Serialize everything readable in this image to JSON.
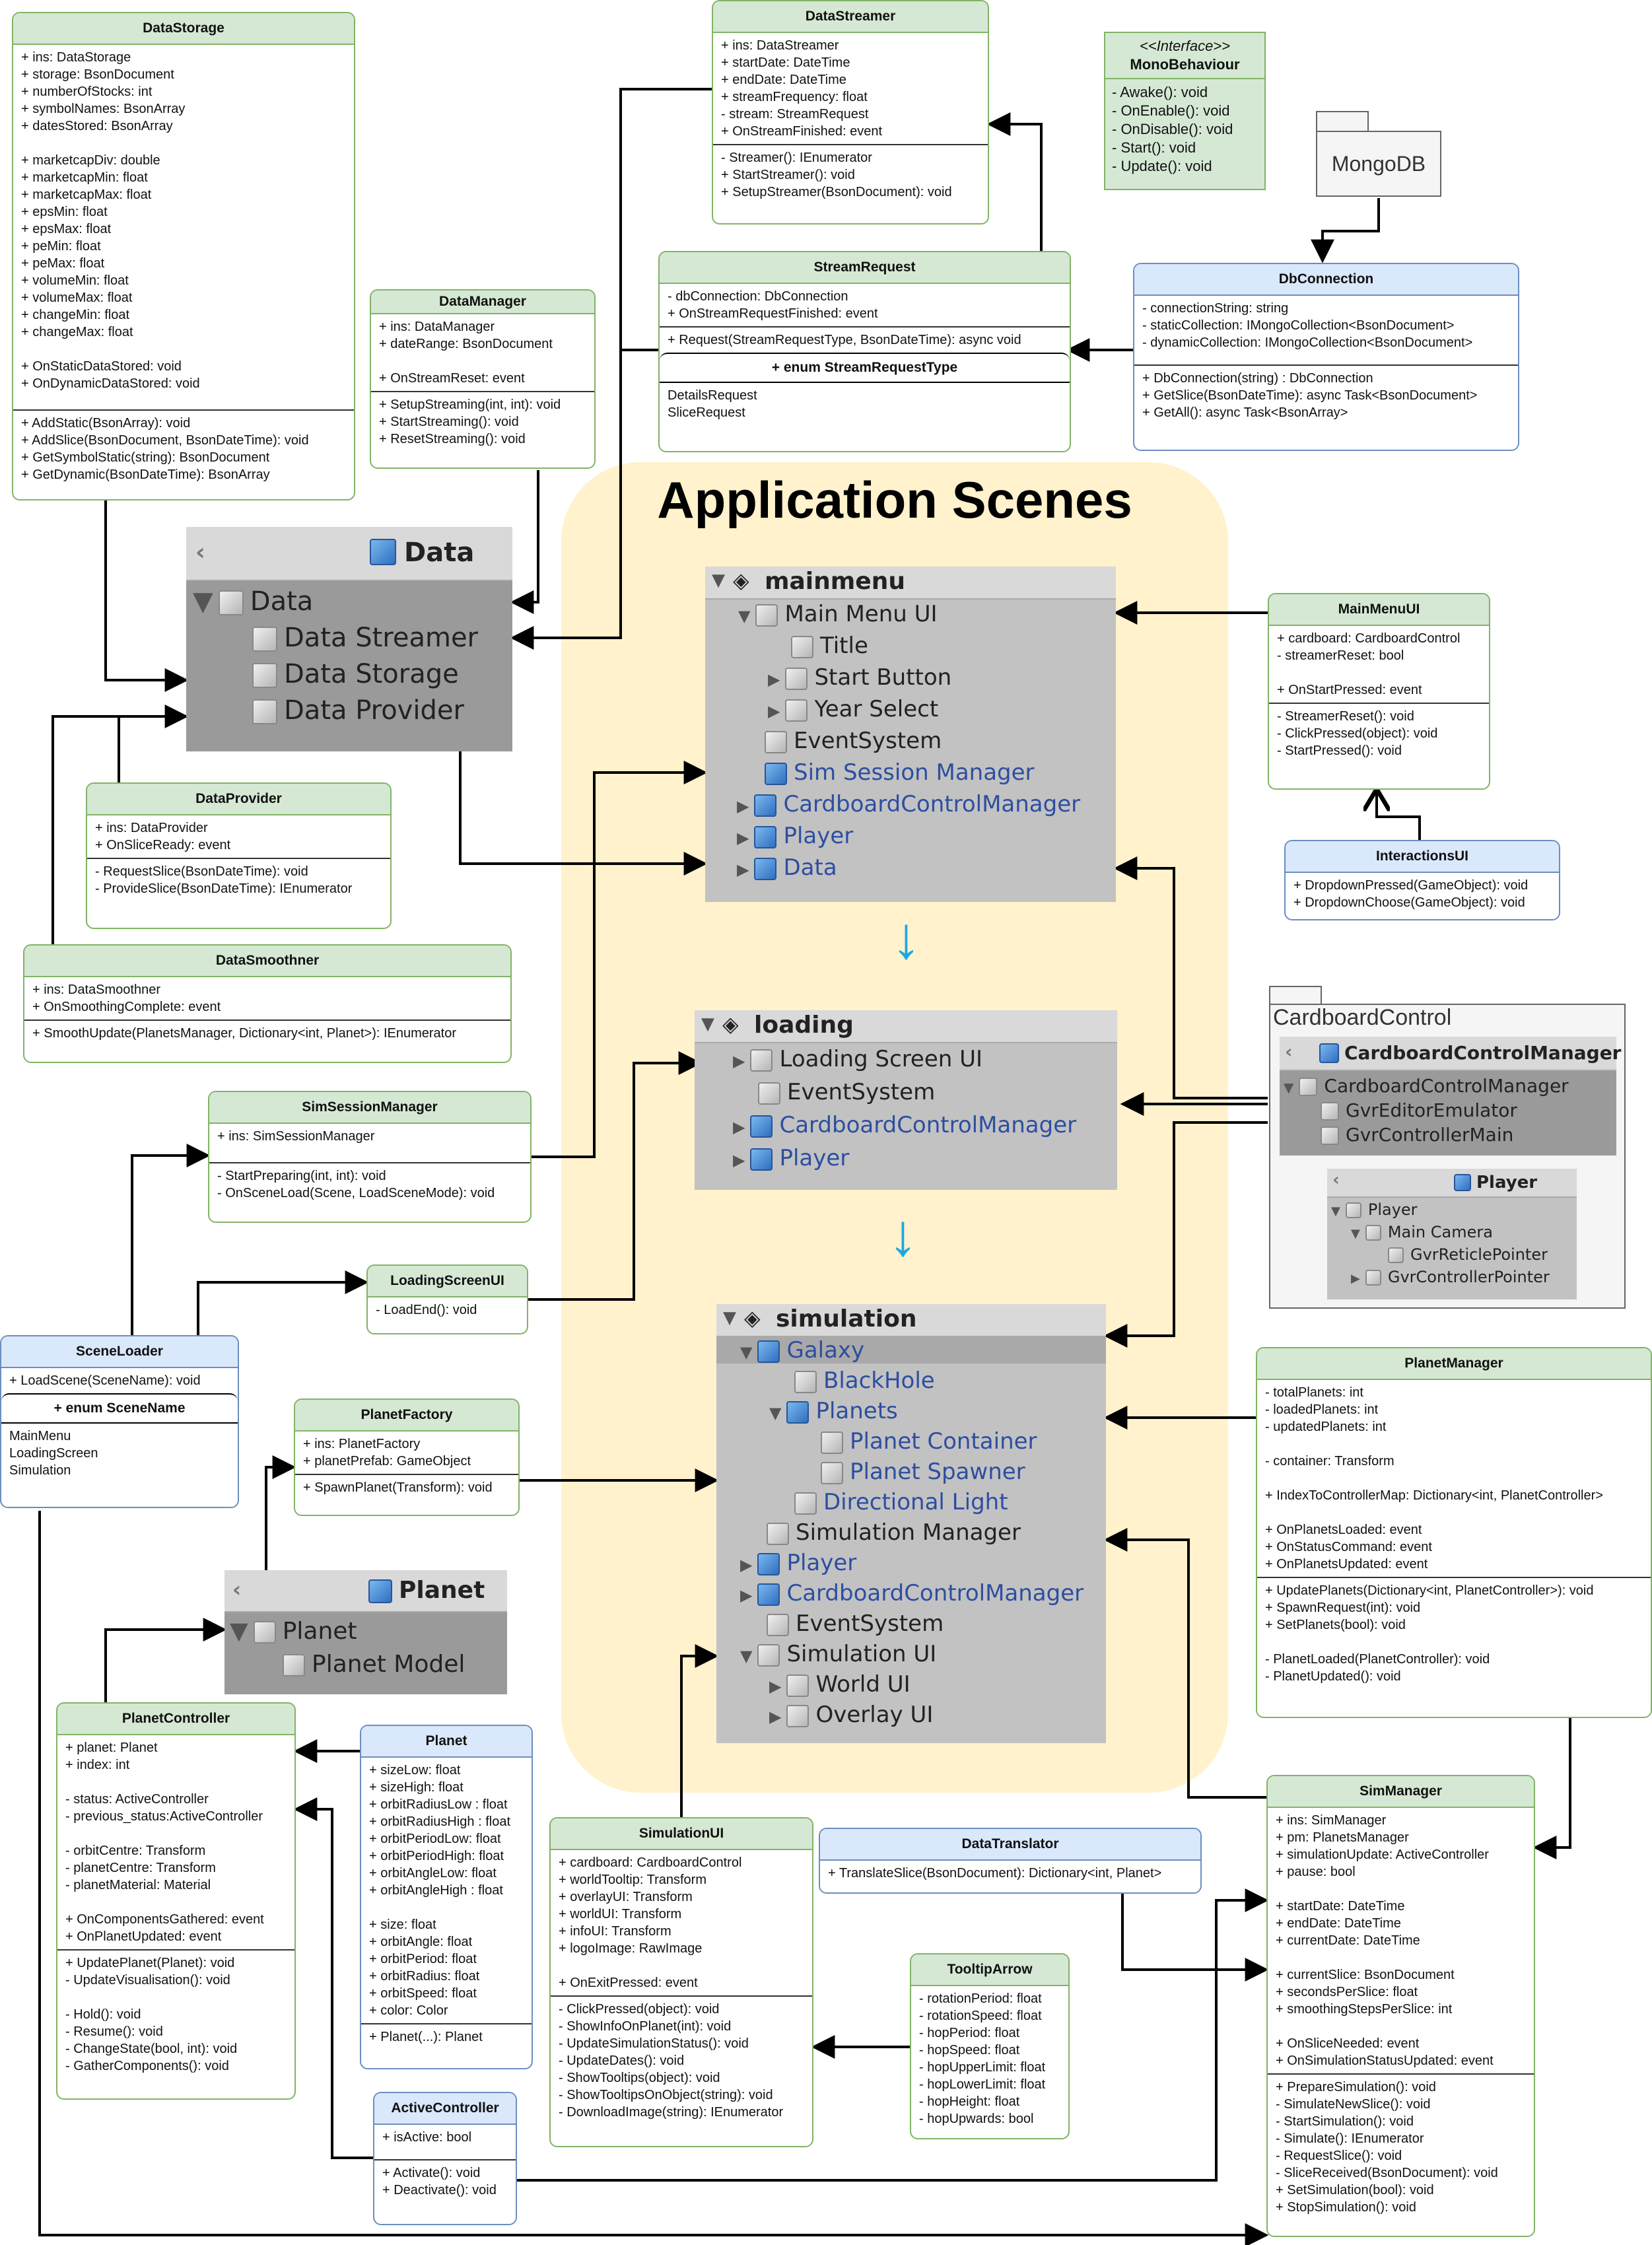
{
  "scenes_title": "Application Scenes",
  "classes": {
    "data_storage": {
      "name": "DataStorage",
      "fields": "+ ins: DataStorage\n+ storage: BsonDocument\n+ numberOfStocks: int\n+ symbolNames: BsonArray\n+ datesStored: BsonArray\n\n+ marketcapDiv: double\n+ marketcapMin: float\n+ marketcapMax: float\n+ epsMin: float\n+ epsMax: float\n+ peMin: float\n+ peMax: float\n+ volumeMin: float\n+ volumeMax: float\n+ changeMin: float\n+ changeMax: float\n\n+ OnStaticDataStored: void\n+ OnDynamicDataStored: void",
      "methods": "+ AddStatic(BsonArray): void\n+ AddSlice(BsonDocument, BsonDateTime): void\n+ GetSymbolStatic(string): BsonDocument\n+ GetDynamic(BsonDateTime): BsonArray"
    },
    "data_streamer": {
      "name": "DataStreamer",
      "fields": "+ ins: DataStreamer\n+ startDate: DateTime\n+ endDate: DateTime\n+ streamFrequency: float\n- stream: StreamRequest\n+ OnStreamFinished: event",
      "methods": "- Streamer(): IEnumerator\n+ StartStreamer(): void\n+ SetupStreamer(BsonDocument): void"
    },
    "mono_behaviour": {
      "stereotype": "<<Interface>>",
      "name": "MonoBehaviour",
      "methods": "- Awake(): void\n- OnEnable(): void\n- OnDisable(): void\n- Start(): void\n- Update(): void"
    },
    "data_manager": {
      "name": "DataManager",
      "fields": "+ ins: DataManager\n+ dateRange: BsonDocument\n\n+ OnStreamReset: event",
      "methods": "+ SetupStreaming(int, int): void\n+ StartStreaming(): void\n+ ResetStreaming(): void"
    },
    "stream_request": {
      "name": "StreamRequest",
      "fields": "- dbConnection: DbConnection\n+ OnStreamRequestFinished: event",
      "methods": "+ Request(StreamRequestType, BsonDateTime): async void",
      "enum_title": "+ enum StreamRequestType",
      "enum_values": "DetailsRequest\nSliceRequest"
    },
    "db_connection": {
      "name": "DbConnection",
      "fields": "- connectionString: string\n- staticCollection: IMongoCollection<BsonDocument>\n- dynamicCollection: IMongoCollection<BsonDocument>",
      "methods": "+ DbConnection(string) : DbConnection\n+ GetSlice(BsonDateTime): async Task<BsonDocument>\n+ GetAll(): async Task<BsonArray>"
    },
    "mongodb": {
      "name": "MongoDB"
    },
    "data_provider": {
      "name": "DataProvider",
      "fields": "+ ins: DataProvider\n+ OnSliceReady: event",
      "methods": "- RequestSlice(BsonDateTime): void\n- ProvideSlice(BsonDateTime): IEnumerator"
    },
    "data_smoothner": {
      "name": "DataSmoothner",
      "fields": "+ ins: DataSmoothner\n+ OnSmoothingComplete: event",
      "methods": "+ SmoothUpdate(PlanetsManager, Dictionary<int, Planet>): IEnumerator"
    },
    "main_menu_ui": {
      "name": "MainMenuUI",
      "fields": "+ cardboard: CardboardControl\n- streamerReset: bool\n\n+ OnStartPressed: event",
      "methods": "- StreamerReset(): void\n- ClickPressed(object): void\n- StartPressed(): void"
    },
    "interactions_ui": {
      "name": "InteractionsUI",
      "methods": "+ DropdownPressed(GameObject): void\n+ DropdownChoose(GameObject): void"
    },
    "sim_session_manager": {
      "name": "SimSessionManager",
      "fields": "+ ins: SimSessionManager",
      "methods": "- StartPreparing(int, int): void\n- OnSceneLoad(Scene, LoadSceneMode): void"
    },
    "loading_screen_ui": {
      "name": "LoadingScreenUI",
      "methods": "- LoadEnd(): void"
    },
    "scene_loader": {
      "name": "SceneLoader",
      "methods": "+ LoadScene(SceneName): void",
      "enum_title": "+ enum SceneName",
      "enum_values": "MainMenu\nLoadingScreen\nSimulation"
    },
    "planet_factory": {
      "name": "PlanetFactory",
      "fields": "+ ins: PlanetFactory\n+ planetPrefab: GameObject",
      "methods": "+ SpawnPlanet(Transform): void"
    },
    "planet_manager": {
      "name": "PlanetManager",
      "fields": "- totalPlanets: int\n- loadedPlanets: int\n- updatedPlanets: int\n\n- container: Transform\n\n+ IndexToControllerMap: Dictionary<int, PlanetController>\n\n+ OnPlanetsLoaded: event\n+ OnStatusCommand: event\n+ OnPlanetsUpdated: event",
      "methods": "+ UpdatePlanets(Dictionary<int, PlanetController>): void\n+ SpawnRequest(int): void\n+ SetPlanets(bool): void\n\n- PlanetLoaded(PlanetController): void\n- PlanetUpdated(): void"
    },
    "planet_controller": {
      "name": "PlanetController",
      "fields": "+ planet: Planet\n+ index: int\n\n- status: ActiveController\n- previous_status:ActiveController\n\n- orbitCentre: Transform\n- planetCentre: Transform\n- planetMaterial: Material\n\n+ OnComponentsGathered: event\n+ OnPlanetUpdated: event",
      "methods": "+ UpdatePlanet(Planet): void\n- UpdateVisualisation(): void\n\n- Hold(): void\n- Resume(): void\n- ChangeState(bool, int): void\n- GatherComponents(): void"
    },
    "planet": {
      "name": "Planet",
      "fields": "+ sizeLow: float\n+ sizeHigh: float\n+ orbitRadiusLow : float\n+ orbitRadiusHigh : float\n+ orbitPeriodLow: float\n+ orbitPeriodHigh: float\n+ orbitAngleLow: float\n+ orbitAngleHigh : float\n\n+ size: float\n+ orbitAngle: float\n+ orbitPeriod: float\n+ orbitRadius: float\n+ orbitSpeed: float\n+ color: Color",
      "methods": "+ Planet(...): Planet"
    },
    "active_controller": {
      "name": "ActiveController",
      "fields": "+ isActive: bool",
      "methods": "+ Activate(): void\n+ Deactivate(): void"
    },
    "simulation_ui": {
      "name": "SimulationUI",
      "fields": "+ cardboard: CardboardControl\n+ worldTooltip: Transform\n+ overlayUI: Transform\n+ worldUI: Transform\n+ infoUI: Transform\n+ logoImage: RawImage\n\n+ OnExitPressed: event",
      "methods": "- ClickPressed(object): void\n- ShowInfoOnPlanet(int): void\n- UpdateSimulationStatus(): void\n- UpdateDates(): void\n- ShowTooltips(object): void\n- ShowTooltipsOnObject(string): void\n- DownloadImage(string): IEnumerator"
    },
    "data_translator": {
      "name": "DataTranslator",
      "methods": "+ TranslateSlice(BsonDocument): Dictionary<int, Planet>"
    },
    "tooltip_arrow": {
      "name": "TooltipArrow",
      "fields": "- rotationPeriod: float\n- rotationSpeed: float\n- hopPeriod: float\n- hopSpeed: float\n- hopUpperLimit: float\n- hopLowerLimit: float\n- hopHeight: float\n- hopUpwards: bool"
    },
    "sim_manager": {
      "name": "SimManager",
      "fields": "+ ins: SimManager\n+ pm: PlanetsManager\n+ simulationUpdate: ActiveController\n+ pause: bool\n\n+ startDate: DateTime\n+ endDate: DateTime\n+ currentDate: DateTime\n\n+ currentSlice: BsonDocument\n+ secondsPerSlice: float\n+ smoothingStepsPerSlice: int\n\n+ OnSliceNeeded: event\n+ OnSimulationStatusUpdated: event",
      "methods": "+ PrepareSimulation(): void\n- SimulateNewSlice(): void\n- StartSimulation(): void\n- Simulate(): IEnumerator\n- RequestSlice(): void\n- SliceReceived(BsonDocument): void\n+ SetSimulation(bool): void\n+ StopSimulation(): void"
    }
  },
  "prefabs": {
    "data": {
      "title": "Data",
      "root": "Data",
      "children": [
        "Data Streamer",
        "Data Storage",
        "Data Provider"
      ]
    },
    "planet": {
      "title": "Planet",
      "root": "Planet",
      "children": [
        "Planet Model"
      ]
    },
    "cardboard_package": {
      "label": "CardboardControl"
    },
    "ccm": {
      "title": "CardboardControlManager",
      "root": "CardboardControlManager",
      "children": [
        "GvrEditorEmulator",
        "GvrControllerMain"
      ]
    },
    "player": {
      "title": "Player",
      "root": "Player",
      "child": "Main Camera",
      "grandchild": "GvrReticlePointer",
      "child2": "GvrControllerPointer"
    }
  },
  "scenes": {
    "mainmenu": {
      "title": "mainmenu",
      "rows": [
        "Main Menu UI",
        "Title",
        "Start Button",
        "Year Select",
        "EventSystem",
        "Sim Session Manager",
        "CardboardControlManager",
        "Player",
        "Data"
      ]
    },
    "loading": {
      "title": "loading",
      "rows": [
        "Loading Screen UI",
        "EventSystem",
        "CardboardControlManager",
        "Player"
      ]
    },
    "simulation": {
      "title": "simulation",
      "rows": [
        "Galaxy",
        "BlackHole",
        "Planets",
        "Planet Container",
        "Planet Spawner",
        "Directional Light",
        "Simulation Manager",
        "Player",
        "CardboardControlManager",
        "EventSystem",
        "Simulation UI",
        "World UI",
        "Overlay UI"
      ]
    }
  },
  "colors": {
    "green_fill": "#d5e8d4",
    "green_stroke": "#82b366",
    "blue_fill": "#dae8fc",
    "blue_stroke": "#6c8ebf",
    "scenes_bg": "#fff2cc",
    "unity_blue": "#2d4ea0",
    "arrow_cyan": "#1ea7e1"
  }
}
